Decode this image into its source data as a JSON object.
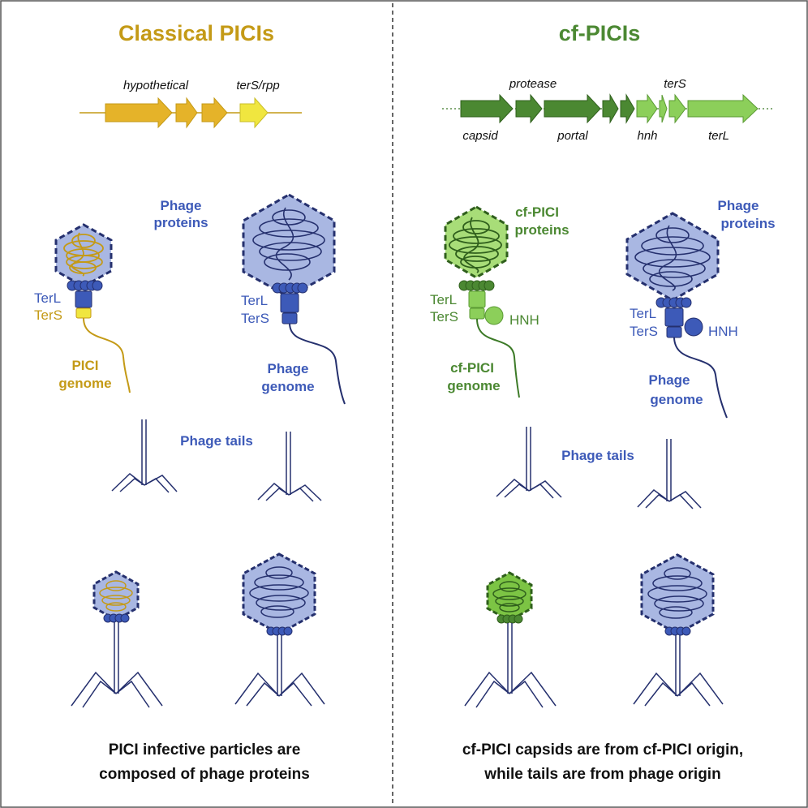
{
  "colors": {
    "phage_blue": "#3d5ab8",
    "phage_dark": "#25306e",
    "capsid_fill": "#a9b7e2",
    "pici_gold": "#c49a16",
    "pici_gene": "#e5b329",
    "ters_yellow": "#f0e63f",
    "cf_dark": "#3c7a27",
    "cf_gene_dark": "#4b8832",
    "cf_gene_light": "#8ccf5a",
    "cf_capsid": "#a8dd78"
  },
  "left": {
    "title": "Classical PICIs",
    "genes": {
      "hypothetical": "hypothetical",
      "ters_rpp": "terS/rpp"
    },
    "phage_proteins_line1": "Phage",
    "phage_proteins_line2": "proteins",
    "terl": "TerL",
    "ters": "TerS",
    "terl_phage": "TerL",
    "ters_phage": "TerS",
    "pici_genome_line1": "PICI",
    "pici_genome_line2": "genome",
    "phage_genome_line1": "Phage",
    "phage_genome_line2": "genome",
    "phage_tails": "Phage tails",
    "caption_line1": "PICI infective particles are",
    "caption_line2": "composed of phage proteins"
  },
  "right": {
    "title": "cf-PICIs",
    "genes": {
      "protease": "protease",
      "ters": "terS",
      "capsid": "capsid",
      "portal": "portal",
      "hnh": "hnh",
      "terl": "terL"
    },
    "cf_proteins_line1": "cf-PICI",
    "cf_proteins_line2": "proteins",
    "phage_proteins_line1": "Phage",
    "phage_proteins_line2": "proteins",
    "terl": "TerL",
    "ters": "TerS",
    "hnh": "HNH",
    "terl_phage": "TerL",
    "ters_phage": "TerS",
    "hnh_phage": "HNH",
    "cf_genome_line1": "cf-PICI",
    "cf_genome_line2": "genome",
    "phage_genome_line1": "Phage",
    "phage_genome_line2": "genome",
    "phage_tails": "Phage tails",
    "caption_line1": "cf-PICI capsids are from cf-PICI origin,",
    "caption_line2": "while tails are from phage origin"
  }
}
